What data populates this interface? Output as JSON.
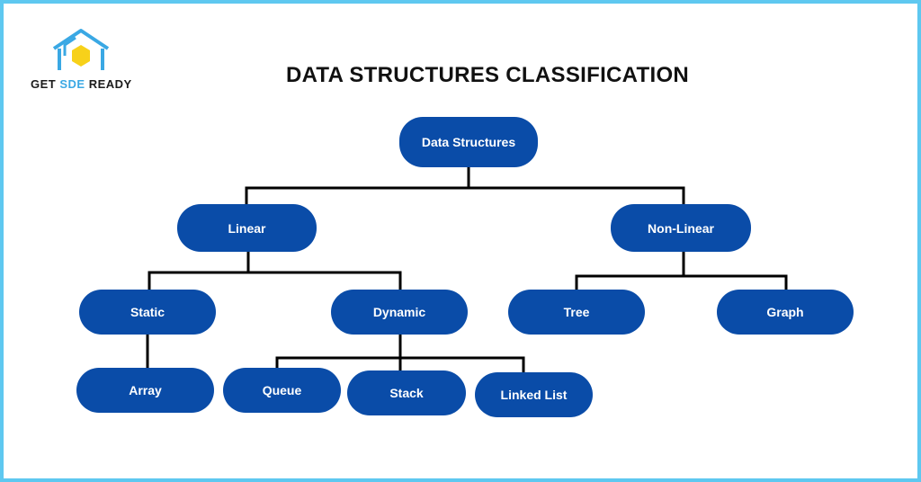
{
  "brand": {
    "part1": "GET ",
    "part2": "SDE",
    "part3": " READY",
    "accent_color": "#3aa8e4",
    "logo_icon": "house-hexagon-icon"
  },
  "title": "DATA STRUCTURES CLASSIFICATION",
  "colors": {
    "node": "#0a4ca8",
    "border": "#5ec8f0",
    "connector": "#000000"
  },
  "nodes": {
    "root": "Data Structures",
    "linear": "Linear",
    "nonlinear": "Non-Linear",
    "static": "Static",
    "dynamic": "Dynamic",
    "tree": "Tree",
    "graph": "Graph",
    "array": "Array",
    "queue": "Queue",
    "stack": "Stack",
    "linkedlist": "Linked List"
  },
  "edges": [
    [
      "root",
      "linear"
    ],
    [
      "root",
      "nonlinear"
    ],
    [
      "linear",
      "static"
    ],
    [
      "linear",
      "dynamic"
    ],
    [
      "nonlinear",
      "tree"
    ],
    [
      "nonlinear",
      "graph"
    ],
    [
      "static",
      "array"
    ],
    [
      "dynamic",
      "queue"
    ],
    [
      "dynamic",
      "stack"
    ],
    [
      "dynamic",
      "linkedlist"
    ]
  ]
}
